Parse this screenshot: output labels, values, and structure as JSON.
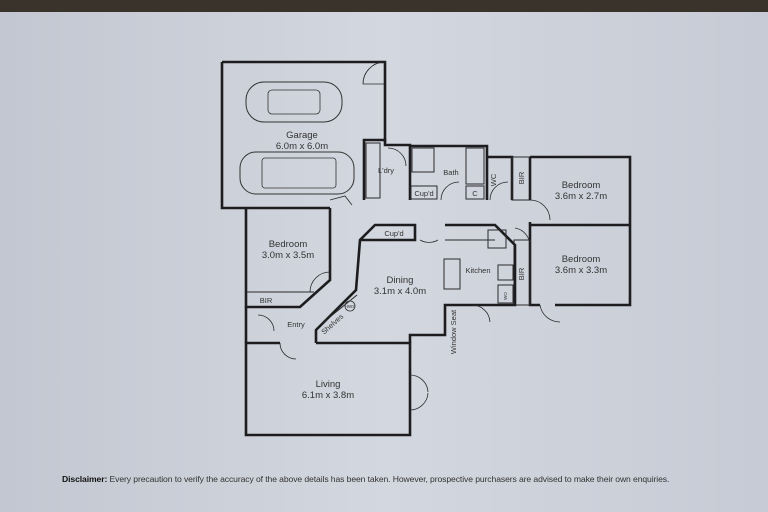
{
  "rooms": {
    "garage": {
      "name": "Garage",
      "size": "6.0m x 6.0m"
    },
    "laundry": {
      "name": "L'dry"
    },
    "bath": {
      "name": "Bath"
    },
    "wc": {
      "name": "WC"
    },
    "bir_top": {
      "name": "BIR"
    },
    "bedroom_top_right": {
      "name": "Bedroom",
      "size": "3.6m x 2.7m"
    },
    "bedroom_right": {
      "name": "Bedroom",
      "size": "3.6m x 3.3m"
    },
    "bir_right": {
      "name": "BIR"
    },
    "bedroom_left": {
      "name": "Bedroom",
      "size": "3.0m x 3.5m"
    },
    "bir_left": {
      "name": "BIR"
    },
    "cupd_bath": {
      "name": "Cup'd"
    },
    "cupd_c": {
      "name": "C"
    },
    "cupd_dining": {
      "name": "Cup'd"
    },
    "kitchen": {
      "name": "Kitchen"
    },
    "dining": {
      "name": "Dining",
      "size": "3.1m x 4.0m"
    },
    "entry": {
      "name": "Entry"
    },
    "shelves": {
      "name": "Shelves"
    },
    "hws": {
      "name": "HWS"
    },
    "wall_oven": {
      "name": "WO"
    },
    "window_seat": {
      "name": "Window Seat"
    },
    "living": {
      "name": "Living",
      "size": "6.1m x 3.8m"
    }
  },
  "disclaimer": {
    "label": "Disclaimer:",
    "text": " Every precaution to verify the accuracy of the above details has been taken. However, prospective purchasers are advised to make their own enquiries."
  }
}
